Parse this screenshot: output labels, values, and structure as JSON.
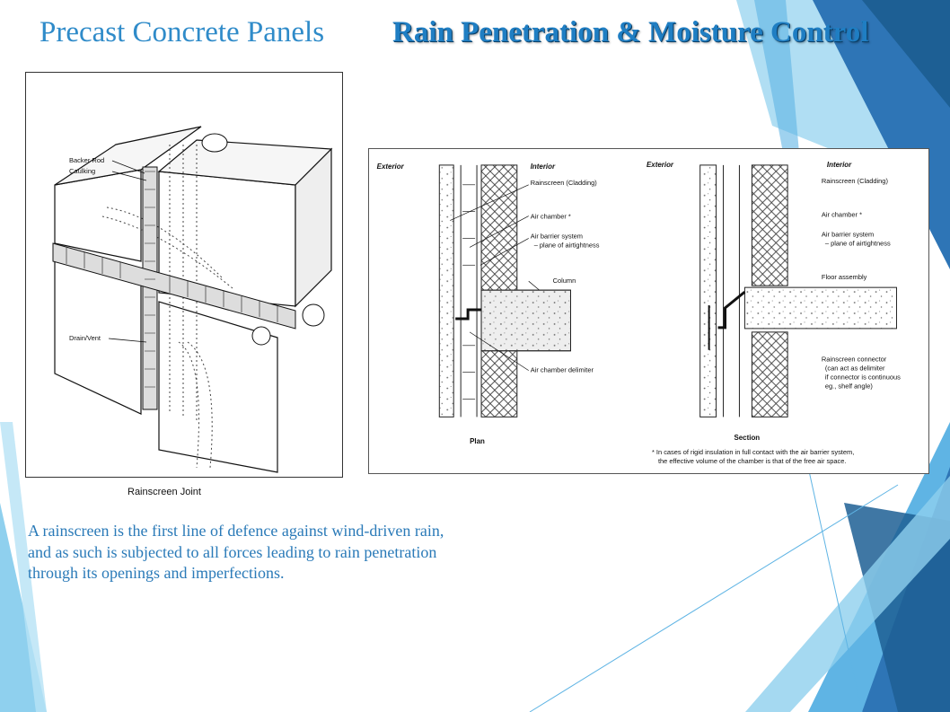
{
  "header": {
    "title_left": "Precast Concrete Panels",
    "title_right": "Rain Penetration & Moisture Control"
  },
  "figure1": {
    "labels": {
      "backer_rod": "Backer Rod",
      "caulking": "Caulking",
      "drain_vent": "Drain/Vent"
    },
    "caption": "Rainscreen Joint"
  },
  "figure2": {
    "plan": {
      "exterior": "Exterior",
      "interior": "Interior",
      "title": "Plan",
      "labels": [
        "Rainscreen (Cladding)",
        "Air chamber *",
        "Air barrier system",
        "– plane of airtightness",
        "Column",
        "Air chamber delimiter"
      ]
    },
    "section": {
      "exterior": "Exterior",
      "interior": "Interior",
      "title": "Section",
      "labels": [
        "Rainscreen (Cladding)",
        "Air chamber *",
        "Air barrier system",
        "– plane of airtightness",
        "Floor assembly",
        "Rainscreen connector",
        "(can act as delimiter",
        "if connector is continuous",
        "eg., shelf angle)"
      ]
    },
    "footnote_line1": "*  In cases of rigid insulation in full contact with the air barrier system,",
    "footnote_line2": "the effective volume of the chamber is that of the free air space."
  },
  "body_text": "A rainscreen is the first line of defence against wind-driven rain, and as such is subjected to all forces leading to rain penetration through its openings and imperfections.",
  "colors": {
    "title": "#2f8bc9",
    "title_bold": "#1f7ec3",
    "body_text": "#2a7ab8",
    "deco_dark": "#2e75b6",
    "deco_light": "#8fd0ee"
  }
}
